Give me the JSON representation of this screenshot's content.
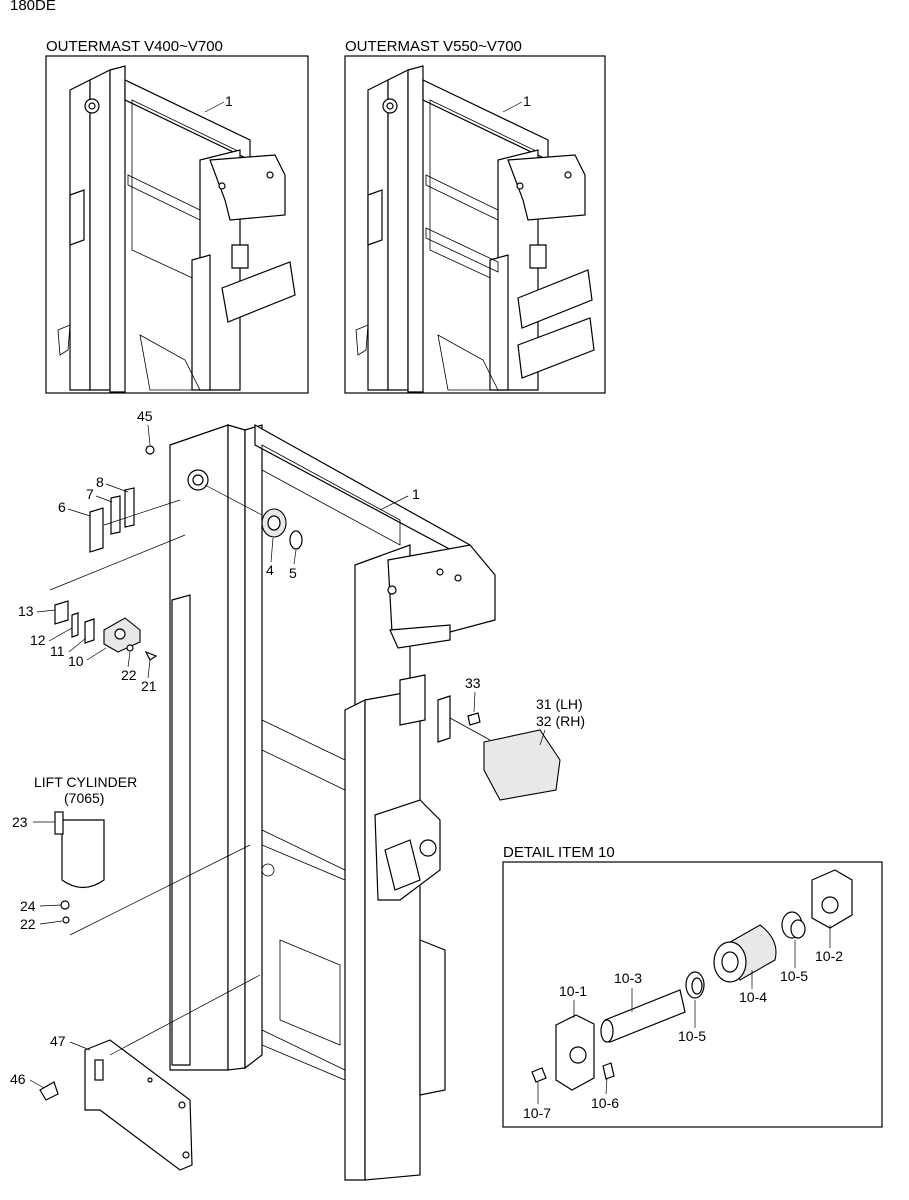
{
  "header": {
    "model": "180DE"
  },
  "insets": [
    {
      "title": "OUTERMAST V400~V700",
      "callout": "1"
    },
    {
      "title": "OUTERMAST V550~V700",
      "callout": "1"
    }
  ],
  "detail": {
    "title": "DETAIL ITEM 10"
  },
  "lift_cylinder": {
    "line1": "LIFT CYLINDER",
    "line2": "(7065)"
  },
  "main_callouts": {
    "c45": "45",
    "c1": "1",
    "c8": "8",
    "c7": "7",
    "c6": "6",
    "c4": "4",
    "c5": "5",
    "c13": "13",
    "c12": "12",
    "c11": "11",
    "c10": "10",
    "c22a": "22",
    "c21": "21",
    "c33": "33",
    "c31": "31 (LH)",
    "c32": "32 (RH)",
    "c23": "23",
    "c24": "24",
    "c22b": "22",
    "c47": "47",
    "c46": "46"
  },
  "detail_callouts": {
    "d10_1": "10-1",
    "d10_3": "10-3",
    "d10_2": "10-2",
    "d10_5a": "10-5",
    "d10_4": "10-4",
    "d10_5b": "10-5",
    "d10_7": "10-7",
    "d10_6": "10-6"
  }
}
